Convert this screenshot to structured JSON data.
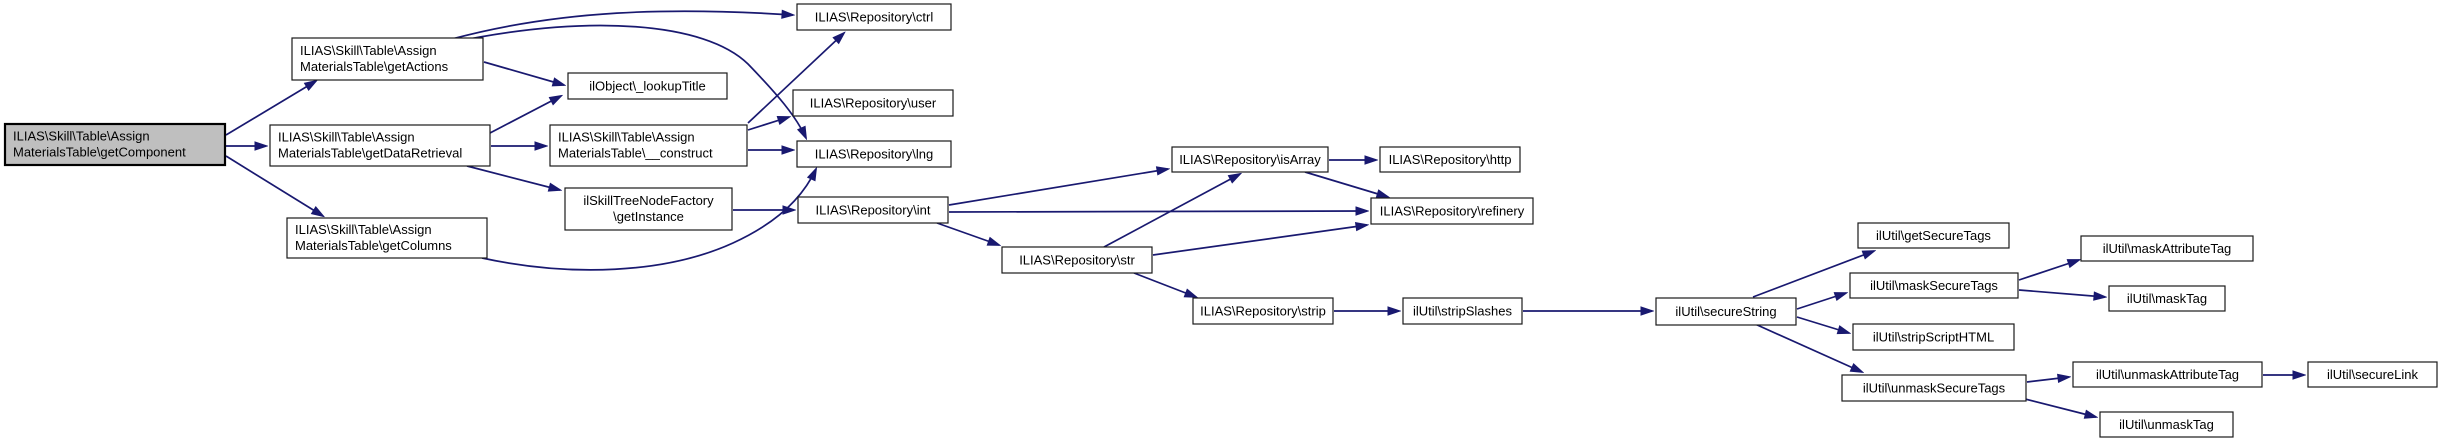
{
  "diagram": {
    "kind": "doxygen-call-graph",
    "background_color": "#ffffff",
    "edge_color": "#191970",
    "node_fill_color": "#ffffff",
    "node_border_color": "#1a1a1a",
    "root_node_fill_color": "#bfbfbf",
    "text_color": "#000000"
  },
  "nodes": {
    "getComponent": {
      "line1": "ILIAS\\Skill\\Table\\Assign",
      "line2": "MaterialsTable\\getComponent"
    },
    "getActions": {
      "line1": "ILIAS\\Skill\\Table\\Assign",
      "line2": "MaterialsTable\\getActions"
    },
    "getDataRetrieval": {
      "line1": "ILIAS\\Skill\\Table\\Assign",
      "line2": "MaterialsTable\\getDataRetrieval"
    },
    "getColumns": {
      "line1": "ILIAS\\Skill\\Table\\Assign",
      "line2": "MaterialsTable\\getColumns"
    },
    "lookupTitle": {
      "label": "ilObject\\_lookupTitle"
    },
    "construct": {
      "line1": "ILIAS\\Skill\\Table\\Assign",
      "line2": "MaterialsTable\\__construct"
    },
    "getInstance": {
      "line1": "ilSkillTreeNodeFactory",
      "line2": "\\getInstance"
    },
    "ctrl": {
      "label": "ILIAS\\Repository\\ctrl"
    },
    "user": {
      "label": "ILIAS\\Repository\\user"
    },
    "lng": {
      "label": "ILIAS\\Repository\\lng"
    },
    "int": {
      "label": "ILIAS\\Repository\\int"
    },
    "str": {
      "label": "ILIAS\\Repository\\str"
    },
    "isArray": {
      "label": "ILIAS\\Repository\\isArray"
    },
    "http": {
      "label": "ILIAS\\Repository\\http"
    },
    "refinery": {
      "label": "ILIAS\\Repository\\refinery"
    },
    "strip": {
      "label": "ILIAS\\Repository\\strip"
    },
    "stripSlashes": {
      "label": "ilUtil\\stripSlashes"
    },
    "secureString": {
      "label": "ilUtil\\secureString"
    },
    "getSecureTags": {
      "label": "ilUtil\\getSecureTags"
    },
    "maskSecureTags": {
      "label": "ilUtil\\maskSecureTags"
    },
    "stripScriptHTML": {
      "label": "ilUtil\\stripScriptHTML"
    },
    "unmaskSecureTags": {
      "label": "ilUtil\\unmaskSecureTags"
    },
    "maskAttributeTag": {
      "label": "ilUtil\\maskAttributeTag"
    },
    "maskTag": {
      "label": "ilUtil\\maskTag"
    },
    "unmaskAttributeTag": {
      "label": "ilUtil\\unmaskAttributeTag"
    },
    "unmaskTag": {
      "label": "ilUtil\\unmaskTag"
    },
    "secureLink": {
      "label": "ilUtil\\secureLink"
    }
  },
  "edges": [
    {
      "from": "getComponent",
      "to": "getActions"
    },
    {
      "from": "getComponent",
      "to": "getDataRetrieval"
    },
    {
      "from": "getComponent",
      "to": "getColumns"
    },
    {
      "from": "getActions",
      "to": "ctrl"
    },
    {
      "from": "getActions",
      "to": "lng"
    },
    {
      "from": "getActions",
      "to": "lookupTitle"
    },
    {
      "from": "getDataRetrieval",
      "to": "lookupTitle"
    },
    {
      "from": "getDataRetrieval",
      "to": "construct"
    },
    {
      "from": "getDataRetrieval",
      "to": "getInstance"
    },
    {
      "from": "construct",
      "to": "ctrl"
    },
    {
      "from": "construct",
      "to": "user"
    },
    {
      "from": "construct",
      "to": "lng"
    },
    {
      "from": "getColumns",
      "to": "lng"
    },
    {
      "from": "getInstance",
      "to": "int"
    },
    {
      "from": "int",
      "to": "isArray"
    },
    {
      "from": "int",
      "to": "refinery"
    },
    {
      "from": "int",
      "to": "str"
    },
    {
      "from": "str",
      "to": "isArray"
    },
    {
      "from": "str",
      "to": "refinery"
    },
    {
      "from": "str",
      "to": "strip"
    },
    {
      "from": "isArray",
      "to": "http"
    },
    {
      "from": "isArray",
      "to": "refinery"
    },
    {
      "from": "strip",
      "to": "stripSlashes"
    },
    {
      "from": "stripSlashes",
      "to": "secureString"
    },
    {
      "from": "secureString",
      "to": "getSecureTags"
    },
    {
      "from": "secureString",
      "to": "maskSecureTags"
    },
    {
      "from": "secureString",
      "to": "stripScriptHTML"
    },
    {
      "from": "secureString",
      "to": "unmaskSecureTags"
    },
    {
      "from": "maskSecureTags",
      "to": "maskAttributeTag"
    },
    {
      "from": "maskSecureTags",
      "to": "maskTag"
    },
    {
      "from": "unmaskSecureTags",
      "to": "unmaskAttributeTag"
    },
    {
      "from": "unmaskSecureTags",
      "to": "unmaskTag"
    },
    {
      "from": "unmaskAttributeTag",
      "to": "secureLink"
    }
  ]
}
